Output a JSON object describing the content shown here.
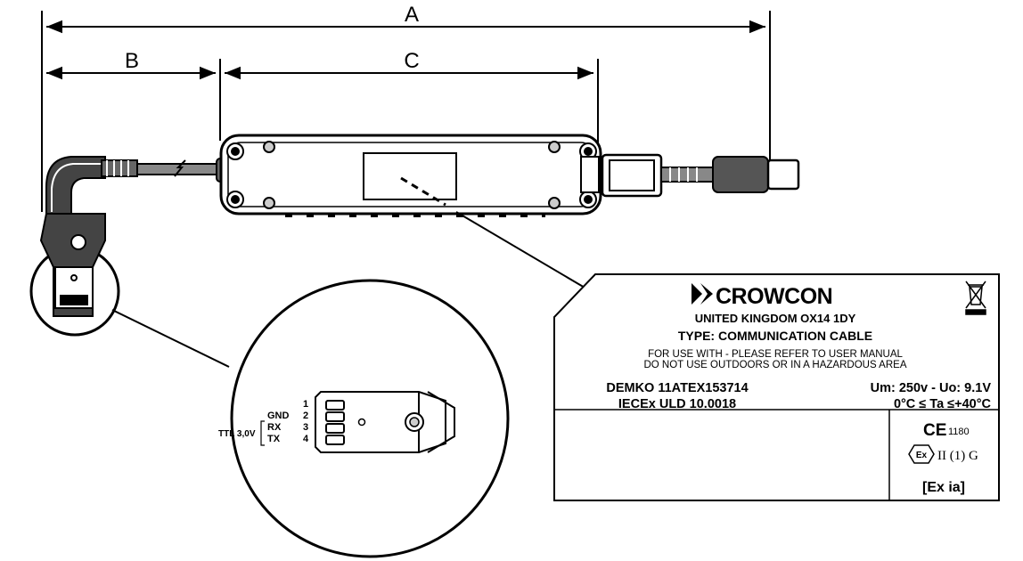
{
  "dimensions": {
    "a": "A",
    "b": "B",
    "c": "C"
  },
  "pinout": {
    "pin_numbers": [
      "1",
      "2",
      "3",
      "4"
    ],
    "gnd": "GND",
    "rx": "RX",
    "tx": "TX",
    "ttl": "TTL 3,0V"
  },
  "label_plate": {
    "brand": "CROWCON",
    "address": "UNITED KINGDOM OX14 1DY",
    "type": "TYPE: COMMUNICATION CABLE",
    "warning1": "FOR USE WITH - PLEASE REFER TO USER MANUAL",
    "warning2": "DO NOT USE OUTDOORS OR IN A HAZARDOUS AREA",
    "cert1": "DEMKO 11ATEX153714",
    "cert2": "IECEx ULD 10.0018",
    "rating1": "Um: 250v - Uo: 9.1V",
    "rating2": "0°C ≤ Ta ≤+40°C",
    "ce_mark": "CE",
    "ce_number": "1180",
    "ex_symbol": "Ex",
    "atex_group": "II (1) G",
    "protection": "[Ex ia]",
    "weee_icon": "crossed-out-wheelie-bin-icon"
  }
}
